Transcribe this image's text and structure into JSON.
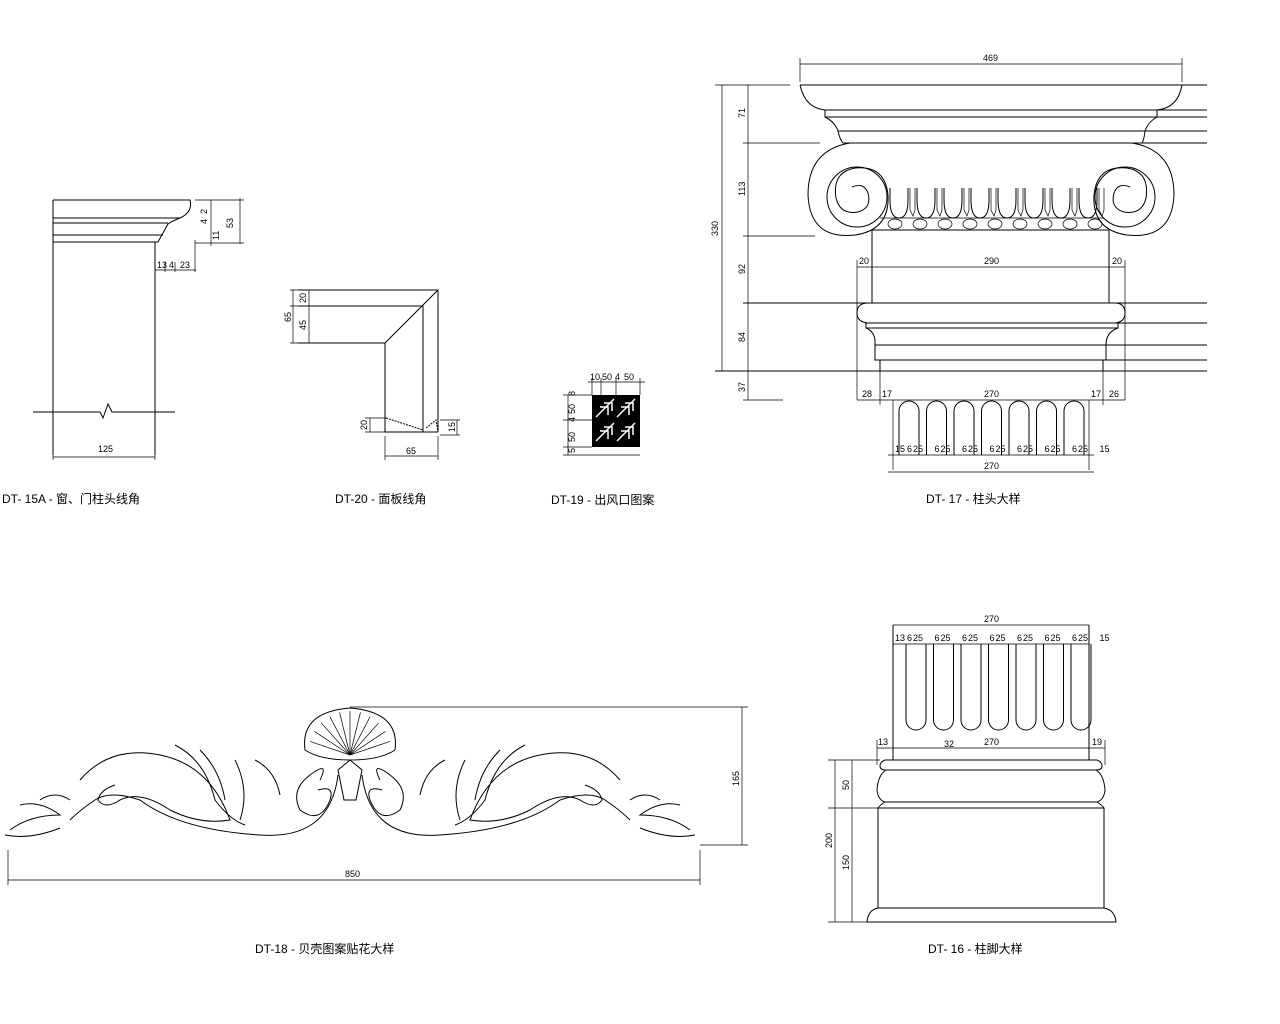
{
  "drawings": {
    "dt15a": {
      "title": "DT- 15A - 窗、门柱头线角",
      "dims": {
        "width": "125",
        "height": "53",
        "d1": "2",
        "d2": "4",
        "d3": "11",
        "b1": "13",
        "b2": "4",
        "b3": "23"
      }
    },
    "dt20": {
      "title": "DT-20 - 面板线角",
      "dims": {
        "total": "65",
        "top": "20",
        "mid": "45",
        "foot": "20",
        "lip": "15",
        "width": "65"
      }
    },
    "dt19": {
      "title": "DT-19 - 出风口图案",
      "dims": {
        "t1": "10",
        "t2": "50",
        "t3": "4",
        "t4": "50",
        "l1": "8",
        "l2": "50",
        "l3": "4",
        "l4": "50",
        "l5": "5"
      }
    },
    "dt17": {
      "title": "DT- 17 - 柱头大样",
      "dims": {
        "top": "469",
        "total": "330",
        "h1": "71",
        "h2": "113",
        "h3": "92",
        "h4": "84",
        "h5": "37",
        "n1": "20",
        "n2": "290",
        "n3": "20",
        "b1": "28",
        "b2": "17",
        "b3": "270",
        "b4": "17",
        "b5": "26",
        "f_end": "15",
        "f_gap": "6",
        "f_w": "25",
        "bottom": "270"
      }
    },
    "dt18": {
      "title": "DT-18 - 贝壳图案贴花大样",
      "dims": {
        "width": "850",
        "height": "165"
      }
    },
    "dt16": {
      "title": "DT- 16 - 柱脚大样",
      "dims": {
        "top": "270",
        "f_end": "13",
        "f_gap": "6",
        "f_w": "25",
        "f_end2": "15",
        "l": "13",
        "mid": "270",
        "r": "19",
        "r2": "32",
        "total": "200",
        "h1": "50",
        "h2": "150"
      }
    }
  }
}
